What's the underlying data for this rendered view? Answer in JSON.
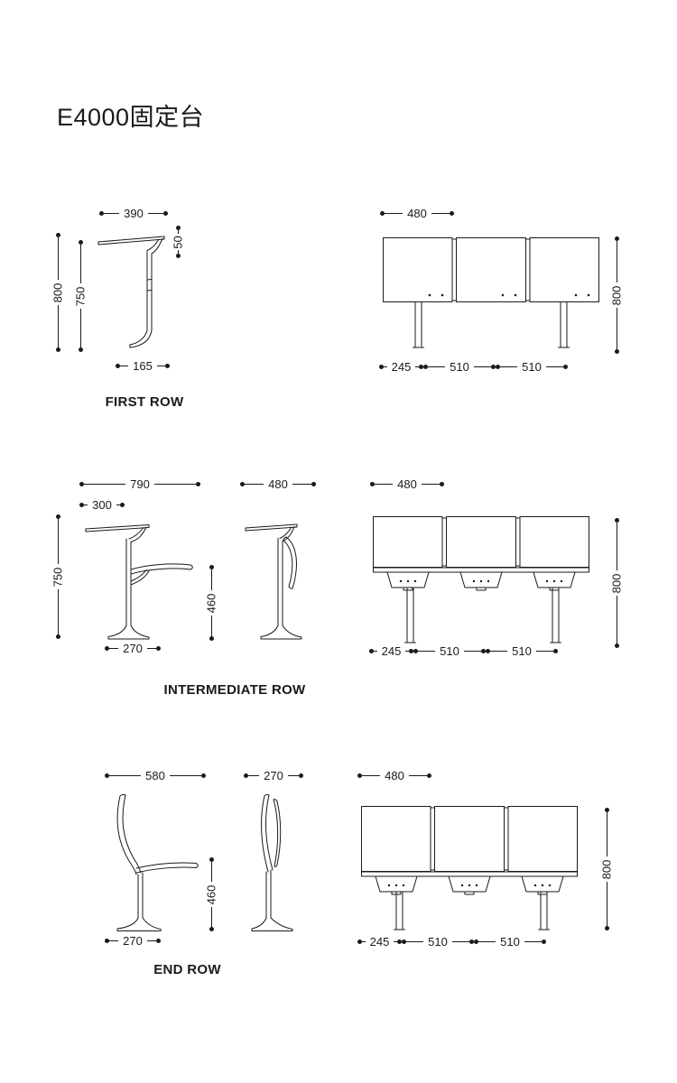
{
  "title": "E4000固定台",
  "first_row": {
    "label": "FIRST ROW",
    "side": {
      "width": "390",
      "height": "800",
      "desk_height": "750",
      "edge_drop": "50",
      "base": "165"
    },
    "front": {
      "seat_width": "480",
      "height": "800",
      "end_offset": "245",
      "pitch_a": "510",
      "pitch_b": "510"
    }
  },
  "intermediate_row": {
    "label": "INTERMEDIATE ROW",
    "side": {
      "depth": "790",
      "desk_depth": "300",
      "desk_height": "750",
      "seat_height": "460",
      "base": "270"
    },
    "folded": {
      "depth": "480"
    },
    "front": {
      "seat_width": "480",
      "height": "800",
      "end_offset": "245",
      "pitch_a": "510",
      "pitch_b": "510"
    }
  },
  "end_row": {
    "label": "END ROW",
    "side": {
      "depth": "580",
      "seat_height": "460",
      "base": "270"
    },
    "folded": {
      "depth": "270"
    },
    "front": {
      "seat_width": "480",
      "height": "800",
      "end_offset": "245",
      "pitch_a": "510",
      "pitch_b": "510"
    }
  }
}
